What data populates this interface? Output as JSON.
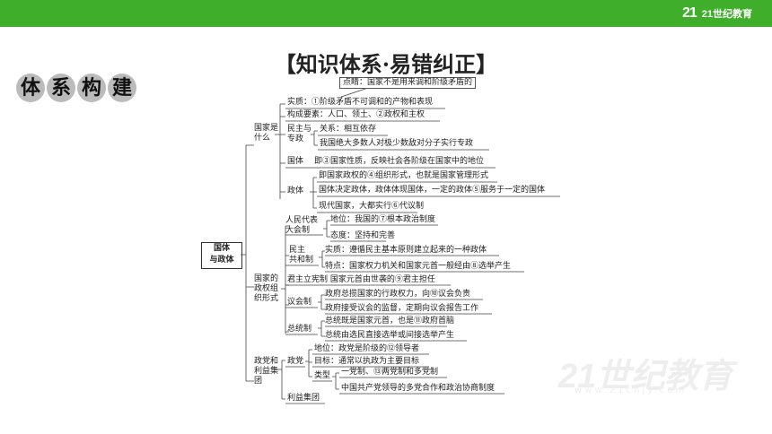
{
  "header": {
    "logo_mark": "21",
    "logo_text": "21世纪教育",
    "bg_color": "#3fae2a"
  },
  "title": "【知识体系·易错纠正】",
  "badge": [
    "体",
    "系",
    "构",
    "建"
  ],
  "watermark": {
    "main": "21世纪教育",
    "url": "www.21cnjy.com"
  },
  "map": {
    "root": [
      "国体",
      "与政体"
    ],
    "note": "点睛：国家不是用来调和阶级矛盾的",
    "b1": {
      "label": [
        "国家是",
        "什么"
      ],
      "essence": "实质：①阶级矛盾不可调和的产物和表现",
      "elements": "构成要素：人口、领土、②政权和主权",
      "dem_label": [
        "民主与",
        "专政"
      ],
      "dem_rel": "关系：相互依存",
      "dem_text": "我国绝大多数人对极少数敌对分子实行专政",
      "guoti_label": "国体",
      "guoti_text": "即③国家性质，反映社会各阶级在国家中的地位",
      "zhengti_label": "政体",
      "zhengti_1": "即国家政权的④组织形式，也就是国家管理形式",
      "zhengti_2": "国体决定政体，政体体现国体，一定的政体⑤服务于一定的国体",
      "zhengti_3": "现代国家，大都实行⑥代议制"
    },
    "b2": {
      "label": [
        "国家的",
        "政权组",
        "织形式"
      ],
      "rd_label": [
        "人民代表",
        "大会制"
      ],
      "rd_1": "地位：我国的⑦根本政治制度",
      "rd_2": "态度：坚持和完善",
      "mz_label": [
        "民主",
        "共和制"
      ],
      "mz_1": "实质：遵循民主基本原则建立起来的一种政体",
      "mz_2": "特点：国家权力机关和国家元首一般经由⑧选举产生",
      "jz": "君主立宪制  国家元首由世袭的⑨君主担任",
      "yh_label": "议会制",
      "yh_1": "政府总揽国家的行政权力，向⑩议会负责",
      "yh_2": "政府接受议会的监督，定期向议会报告工作",
      "zt_label": "总统制",
      "zt_1": "总统既是国家元首，也是⑪政府首脑",
      "zt_2": "总统由选民直接选举或间接选举产生"
    },
    "b3": {
      "label": [
        "政党和",
        "利益集",
        "团"
      ],
      "zd_label": "政党",
      "zd_1": "地位：政党是阶级的⑫领导者",
      "zd_2": "目标：通常以执政为主要目标",
      "lx_label": "类型",
      "lx_1": "一党制、⑬两党制和多党制",
      "lx_2": "中国共产党领导的多党合作和政治协商制度",
      "ly_label": "利益集团"
    }
  }
}
